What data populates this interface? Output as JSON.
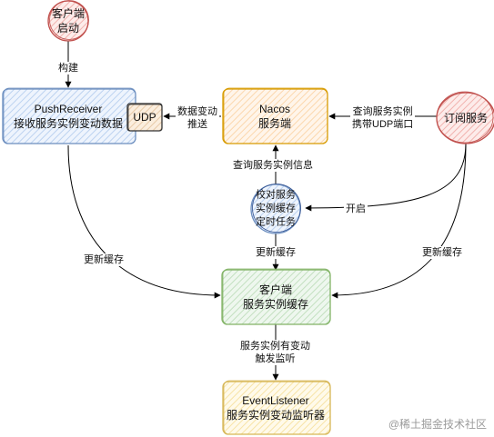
{
  "nodes": {
    "client_start": "客户端\n启动",
    "push_receiver": "PushReceiver\n接收服务实例变动数据",
    "udp": "UDP",
    "nacos": "Nacos\n服务端",
    "subscribe": "订阅服务",
    "timer_task": "校对服务\n实例缓存\n定时任务",
    "client_cache": "客户端\n服务实例缓存",
    "event_listener": "EventListener\n服务实例变动监听器"
  },
  "edges": {
    "build": "构建",
    "data_change_push": "数据变动\n推送",
    "query_with_udp": "查询服务实例\n携带UDP端口",
    "query_info": "查询服务实例信息",
    "start": "开启",
    "update_cache_left": "更新缓存",
    "update_cache_mid": "更新缓存",
    "update_cache_right": "更新缓存",
    "change_trigger": "服务实例有变动\n触发监听"
  },
  "watermark": "@稀土掘金技术社区",
  "colors": {
    "red_fill": "#f8cecc",
    "red_stroke": "#c0504d",
    "blue_fill": "#dae8fc",
    "blue_stroke": "#6c8ebf",
    "orange_fill": "#ffe6cc",
    "orange_stroke": "#d79b00",
    "green_fill": "#d5e8d4",
    "green_stroke": "#82b366",
    "yellow_fill": "#fff2cc",
    "yellow_stroke": "#d6b656"
  }
}
